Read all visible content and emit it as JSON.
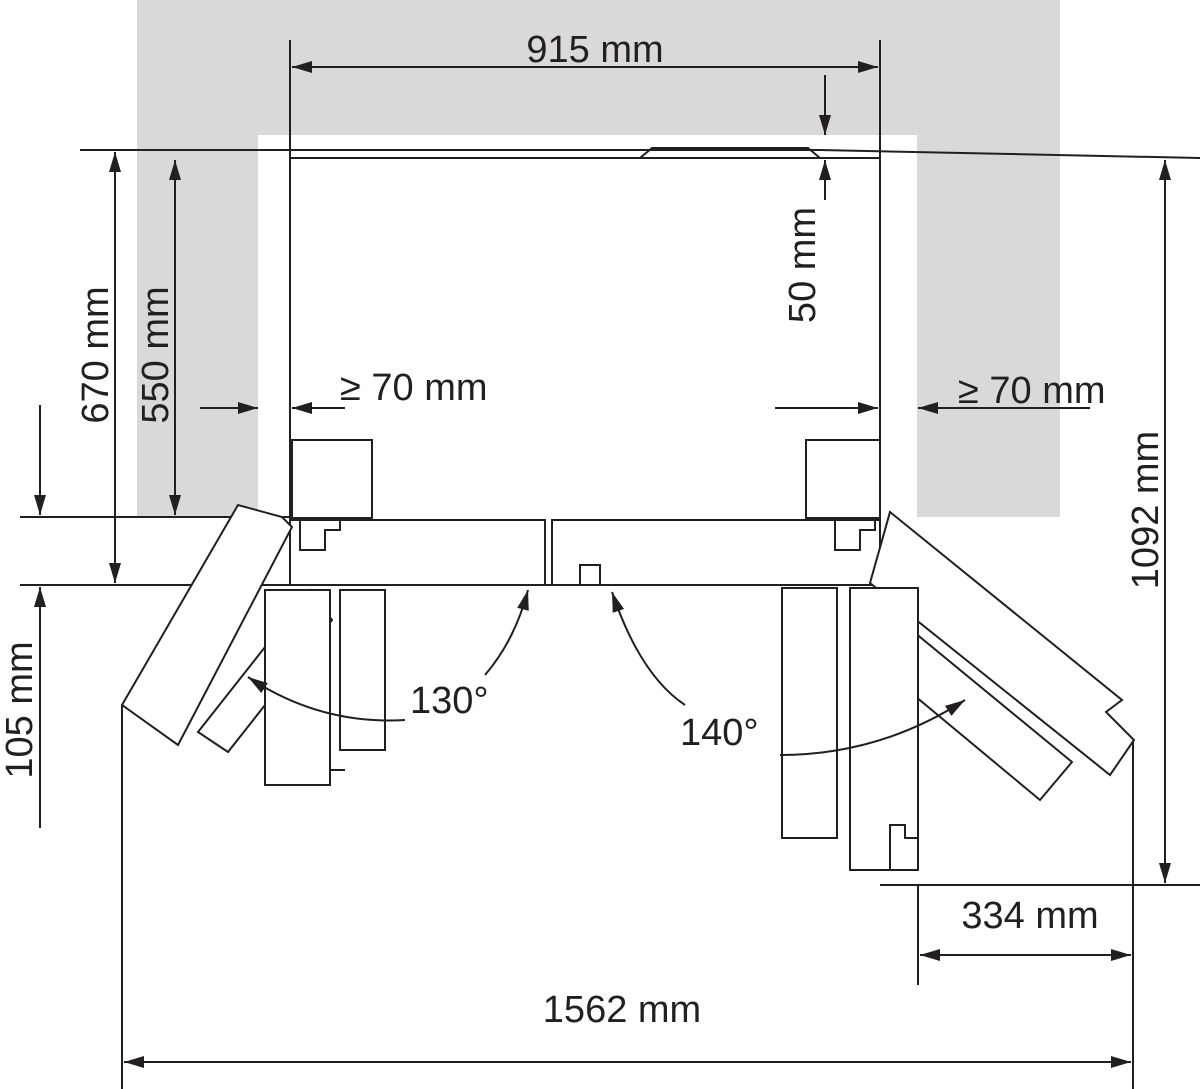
{
  "colors": {
    "recess": "#d9d9d9",
    "line": "#231f20",
    "background": "#ffffff"
  },
  "dimensions": {
    "width_915": "915 mm",
    "gap_50": "50 mm",
    "depth_670": "670 mm",
    "depth_550": "550 mm",
    "clearance_left": "≥ 70 mm",
    "clearance_right": "≥ 70 mm",
    "depth_1092": "1092 mm",
    "door_105": "105 mm",
    "width_334": "334 mm",
    "width_1562": "1562 mm"
  },
  "angles": {
    "left": "130°",
    "right": "140°"
  }
}
